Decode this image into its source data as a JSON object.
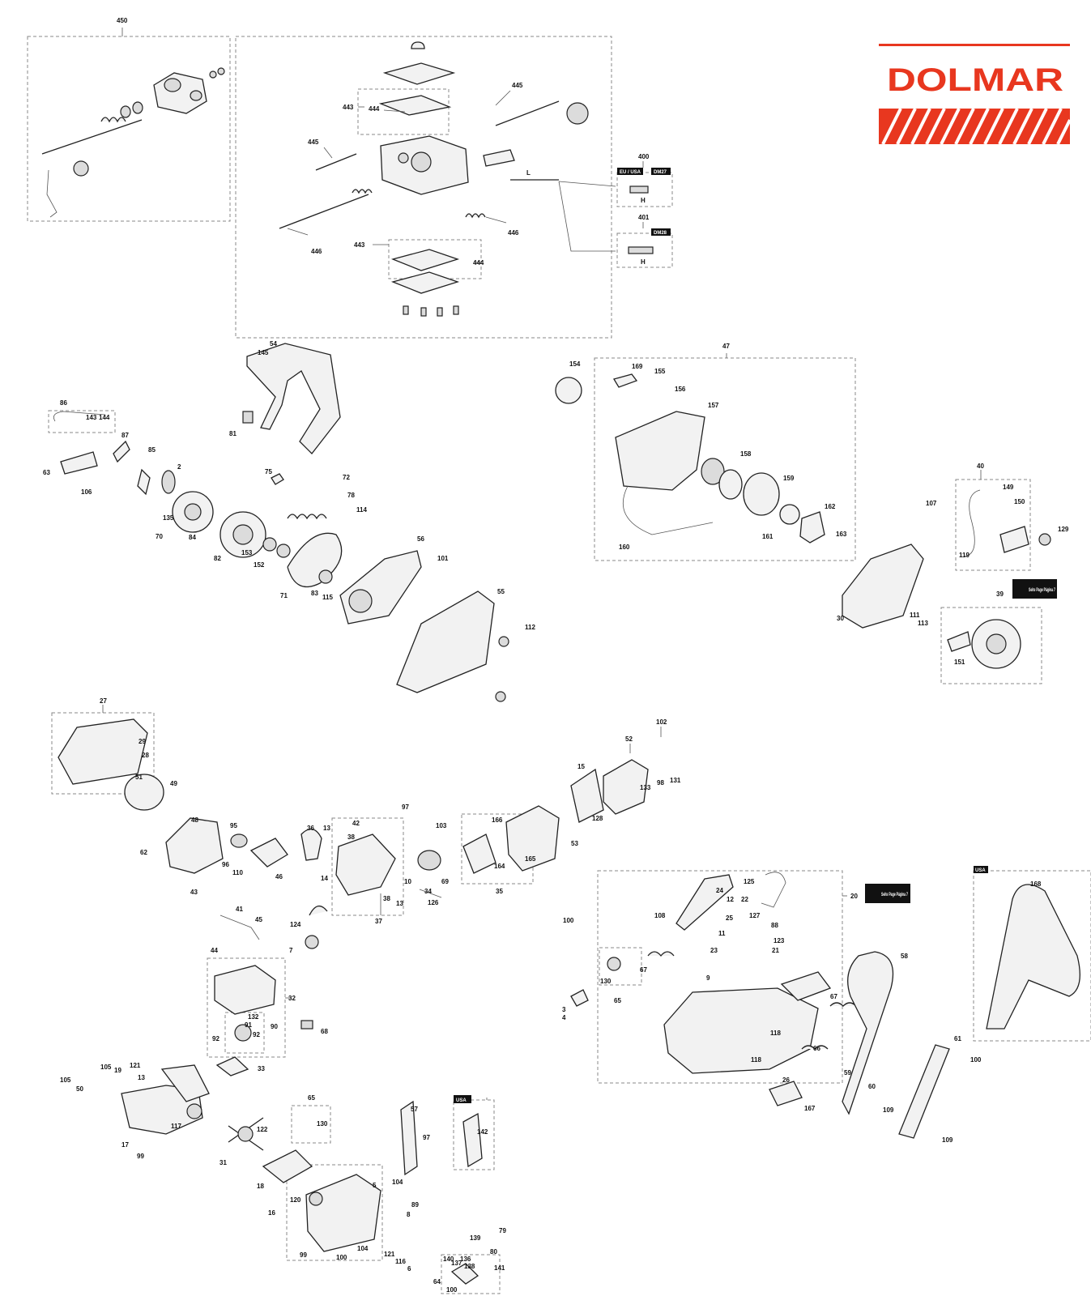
{
  "brand": {
    "name": "DOLMAR",
    "color": "#e8371f"
  },
  "tags": {
    "eu_usa": "EU / USA",
    "dm27": "DM27",
    "dm28": "DM28",
    "usa": "USA",
    "see_page": "Seite Page Página 7"
  },
  "labels": [
    {
      "id": "l450",
      "t": "450"
    },
    {
      "id": "l445a",
      "t": "445"
    },
    {
      "id": "l443a",
      "t": "443"
    },
    {
      "id": "l444a",
      "t": "444"
    },
    {
      "id": "l445b",
      "t": "445"
    },
    {
      "id": "lL",
      "t": "L"
    },
    {
      "id": "l400",
      "t": "400"
    },
    {
      "id": "lHa",
      "t": "H"
    },
    {
      "id": "l401",
      "t": "401"
    },
    {
      "id": "lHb",
      "t": "H"
    },
    {
      "id": "l446a",
      "t": "446"
    },
    {
      "id": "l443b",
      "t": "443"
    },
    {
      "id": "l444b",
      "t": "444"
    },
    {
      "id": "l446b",
      "t": "446"
    },
    {
      "id": "l54",
      "t": "54"
    },
    {
      "id": "l145",
      "t": "145"
    },
    {
      "id": "l81",
      "t": "81"
    },
    {
      "id": "l86",
      "t": "86"
    },
    {
      "id": "l143",
      "t": "143"
    },
    {
      "id": "l144",
      "t": "144"
    },
    {
      "id": "l87",
      "t": "87"
    },
    {
      "id": "l85",
      "t": "85"
    },
    {
      "id": "l2",
      "t": "2"
    },
    {
      "id": "l63",
      "t": "63"
    },
    {
      "id": "l106",
      "t": "106"
    },
    {
      "id": "l135",
      "t": "135"
    },
    {
      "id": "l70",
      "t": "70"
    },
    {
      "id": "l84",
      "t": "84"
    },
    {
      "id": "l82",
      "t": "82"
    },
    {
      "id": "l153",
      "t": "153"
    },
    {
      "id": "l152",
      "t": "152"
    },
    {
      "id": "l75",
      "t": "75"
    },
    {
      "id": "l72",
      "t": "72"
    },
    {
      "id": "l78",
      "t": "78"
    },
    {
      "id": "l114",
      "t": "114"
    },
    {
      "id": "l71",
      "t": "71"
    },
    {
      "id": "l83",
      "t": "83"
    },
    {
      "id": "l115",
      "t": "115"
    },
    {
      "id": "l56",
      "t": "56"
    },
    {
      "id": "l101",
      "t": "101"
    },
    {
      "id": "l55",
      "t": "55"
    },
    {
      "id": "l112",
      "t": "112"
    },
    {
      "id": "l47",
      "t": "47"
    },
    {
      "id": "l154",
      "t": "154"
    },
    {
      "id": "l169",
      "t": "169"
    },
    {
      "id": "l155",
      "t": "155"
    },
    {
      "id": "l156",
      "t": "156"
    },
    {
      "id": "l157",
      "t": "157"
    },
    {
      "id": "l158",
      "t": "158"
    },
    {
      "id": "l159",
      "t": "159"
    },
    {
      "id": "l162",
      "t": "162"
    },
    {
      "id": "l163",
      "t": "163"
    },
    {
      "id": "l161",
      "t": "161"
    },
    {
      "id": "l160",
      "t": "160"
    },
    {
      "id": "l40",
      "t": "40"
    },
    {
      "id": "l149",
      "t": "149"
    },
    {
      "id": "l150",
      "t": "150"
    },
    {
      "id": "l107",
      "t": "107"
    },
    {
      "id": "l129",
      "t": "129"
    },
    {
      "id": "l119",
      "t": "119"
    },
    {
      "id": "l39",
      "t": "39"
    },
    {
      "id": "l30",
      "t": "30"
    },
    {
      "id": "l111",
      "t": "111"
    },
    {
      "id": "l113",
      "t": "113"
    },
    {
      "id": "l151",
      "t": "151"
    },
    {
      "id": "l27",
      "t": "27"
    },
    {
      "id": "l29",
      "t": "29"
    },
    {
      "id": "l28",
      "t": "28"
    },
    {
      "id": "l51",
      "t": "51"
    },
    {
      "id": "l49",
      "t": "49"
    },
    {
      "id": "l48",
      "t": "48"
    },
    {
      "id": "l95",
      "t": "95"
    },
    {
      "id": "l62",
      "t": "62"
    },
    {
      "id": "l96",
      "t": "96"
    },
    {
      "id": "l110",
      "t": "110"
    },
    {
      "id": "l43",
      "t": "43"
    },
    {
      "id": "l46",
      "t": "46"
    },
    {
      "id": "l36",
      "t": "36"
    },
    {
      "id": "l13a",
      "t": "13"
    },
    {
      "id": "l38a",
      "t": "38"
    },
    {
      "id": "l42",
      "t": "42"
    },
    {
      "id": "l97a",
      "t": "97"
    },
    {
      "id": "l14",
      "t": "14"
    },
    {
      "id": "l38b",
      "t": "38"
    },
    {
      "id": "l13b",
      "t": "13"
    },
    {
      "id": "l10",
      "t": "10"
    },
    {
      "id": "l37",
      "t": "37"
    },
    {
      "id": "l41",
      "t": "41"
    },
    {
      "id": "l45",
      "t": "45"
    },
    {
      "id": "l44",
      "t": "44"
    },
    {
      "id": "l124",
      "t": "124"
    },
    {
      "id": "l7",
      "t": "7"
    },
    {
      "id": "l103",
      "t": "103"
    },
    {
      "id": "l166",
      "t": "166"
    },
    {
      "id": "l164",
      "t": "164"
    },
    {
      "id": "l165",
      "t": "165"
    },
    {
      "id": "l34",
      "t": "34"
    },
    {
      "id": "l69",
      "t": "69"
    },
    {
      "id": "l35",
      "t": "35"
    },
    {
      "id": "l126",
      "t": "126"
    },
    {
      "id": "l52",
      "t": "52"
    },
    {
      "id": "l102",
      "t": "102"
    },
    {
      "id": "l15",
      "t": "15"
    },
    {
      "id": "l98",
      "t": "98"
    },
    {
      "id": "l133",
      "t": "133"
    },
    {
      "id": "l131",
      "t": "131"
    },
    {
      "id": "l128",
      "t": "128"
    },
    {
      "id": "l53",
      "t": "53"
    },
    {
      "id": "l20",
      "t": "20"
    },
    {
      "id": "l125",
      "t": "125"
    },
    {
      "id": "l24",
      "t": "24"
    },
    {
      "id": "l12",
      "t": "12"
    },
    {
      "id": "l22",
      "t": "22"
    },
    {
      "id": "l108",
      "t": "108"
    },
    {
      "id": "l25",
      "t": "25"
    },
    {
      "id": "l127",
      "t": "127"
    },
    {
      "id": "l88",
      "t": "88"
    },
    {
      "id": "l100a",
      "t": "100"
    },
    {
      "id": "l11",
      "t": "11"
    },
    {
      "id": "l123",
      "t": "123"
    },
    {
      "id": "l21",
      "t": "21"
    },
    {
      "id": "l23",
      "t": "23"
    },
    {
      "id": "l67a",
      "t": "67"
    },
    {
      "id": "l130a",
      "t": "130"
    },
    {
      "id": "l9",
      "t": "9"
    },
    {
      "id": "l65a",
      "t": "65"
    },
    {
      "id": "l67b",
      "t": "67"
    },
    {
      "id": "l3",
      "t": "3"
    },
    {
      "id": "l4",
      "t": "4"
    },
    {
      "id": "l118a",
      "t": "118"
    },
    {
      "id": "l118b",
      "t": "118"
    },
    {
      "id": "l66",
      "t": "66"
    },
    {
      "id": "l26",
      "t": "26"
    },
    {
      "id": "l167",
      "t": "167"
    },
    {
      "id": "l58",
      "t": "58"
    },
    {
      "id": "l168",
      "t": "168"
    },
    {
      "id": "l61",
      "t": "61"
    },
    {
      "id": "l100b",
      "t": "100"
    },
    {
      "id": "l59",
      "t": "59"
    },
    {
      "id": "l60",
      "t": "60"
    },
    {
      "id": "l109a",
      "t": "109"
    },
    {
      "id": "l109b",
      "t": "109"
    },
    {
      "id": "l32",
      "t": "32"
    },
    {
      "id": "l132",
      "t": "132"
    },
    {
      "id": "l91",
      "t": "91"
    },
    {
      "id": "l90",
      "t": "90"
    },
    {
      "id": "l92a",
      "t": "92"
    },
    {
      "id": "l92b",
      "t": "92"
    },
    {
      "id": "l68",
      "t": "68"
    },
    {
      "id": "l33",
      "t": "33"
    },
    {
      "id": "l105a",
      "t": "105"
    },
    {
      "id": "l19",
      "t": "19"
    },
    {
      "id": "l121a",
      "t": "121"
    },
    {
      "id": "l105b",
      "t": "105"
    },
    {
      "id": "l50",
      "t": "50"
    },
    {
      "id": "l13c",
      "t": "13"
    },
    {
      "id": "l117",
      "t": "117"
    },
    {
      "id": "l17",
      "t": "17"
    },
    {
      "id": "l99a",
      "t": "99"
    },
    {
      "id": "l122",
      "t": "122"
    },
    {
      "id": "l31",
      "t": "31"
    },
    {
      "id": "l65b",
      "t": "65"
    },
    {
      "id": "l130b",
      "t": "130"
    },
    {
      "id": "l18",
      "t": "18"
    },
    {
      "id": "l57",
      "t": "57"
    },
    {
      "id": "l97b",
      "t": "97"
    },
    {
      "id": "l142",
      "t": "142"
    },
    {
      "id": "l120",
      "t": "120"
    },
    {
      "id": "l5",
      "t": "5"
    },
    {
      "id": "l104a",
      "t": "104"
    },
    {
      "id": "l89",
      "t": "89"
    },
    {
      "id": "l8",
      "t": "8"
    },
    {
      "id": "l16",
      "t": "16"
    },
    {
      "id": "l99b",
      "t": "99"
    },
    {
      "id": "l100c",
      "t": "100"
    },
    {
      "id": "l104b",
      "t": "104"
    },
    {
      "id": "l121b",
      "t": "121"
    },
    {
      "id": "l116",
      "t": "116"
    },
    {
      "id": "l6",
      "t": "6"
    },
    {
      "id": "l79",
      "t": "79"
    },
    {
      "id": "l139",
      "t": "139"
    },
    {
      "id": "l80",
      "t": "80"
    },
    {
      "id": "l140",
      "t": "140"
    },
    {
      "id": "l137",
      "t": "137"
    },
    {
      "id": "l136",
      "t": "136"
    },
    {
      "id": "l138",
      "t": "138"
    },
    {
      "id": "l141",
      "t": "141"
    },
    {
      "id": "l64",
      "t": "64"
    },
    {
      "id": "l100d",
      "t": "100"
    }
  ]
}
